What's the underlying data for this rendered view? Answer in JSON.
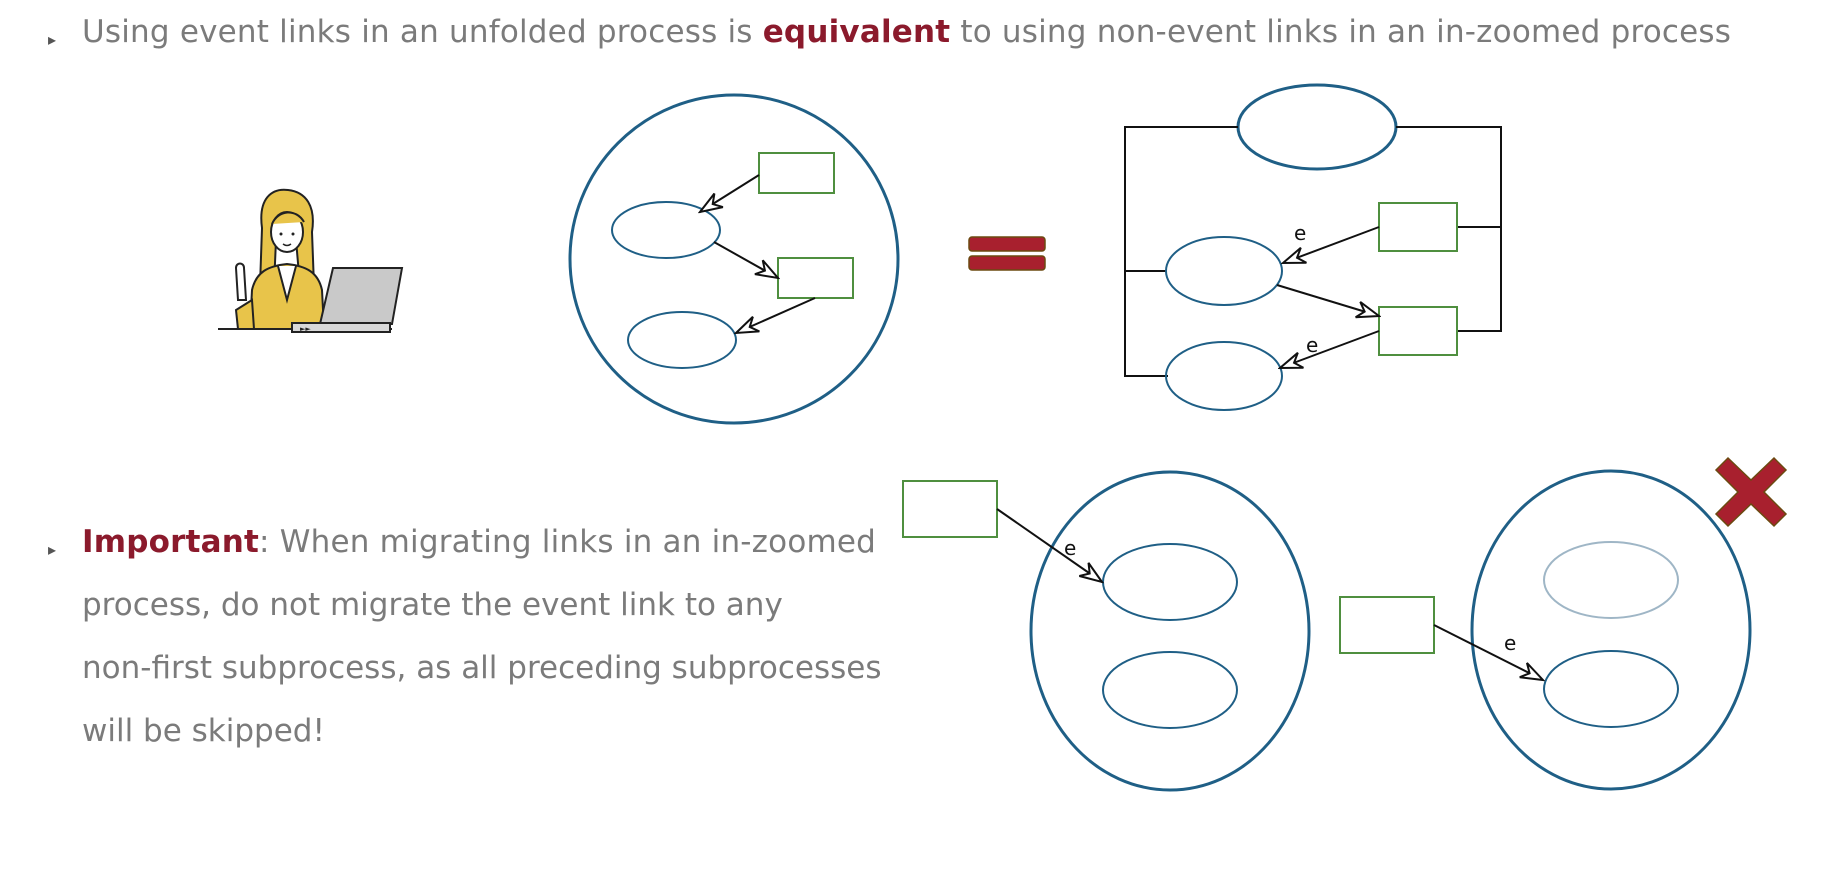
{
  "bullet1": {
    "prefix": "Using event links in an unfolded process is ",
    "emphasis": "equivalent",
    "suffix": " to using non-event links in an in-zoomed process"
  },
  "bullet2": {
    "emphasis": "Important",
    "line1": ": When migrating links in an in-zoomed",
    "line2": "process, do not migrate the event link to any",
    "line3": "non-first subprocess, as all preceding subprocesses",
    "line4": "will be skipped!"
  },
  "diagram": {
    "event_label": "e",
    "laptop_label": "►►",
    "colors": {
      "process": "#1f5f86",
      "process_faded": "#9fb6c6",
      "object": "#4f8f3f",
      "link": "#111111",
      "equals": "#a8202e",
      "cross": "#a8202e",
      "accent_text": "#8b1a2c",
      "body_text": "#7b7b7b"
    },
    "icons": [
      "person-at-laptop-icon",
      "equals-icon",
      "cross-icon"
    ]
  }
}
